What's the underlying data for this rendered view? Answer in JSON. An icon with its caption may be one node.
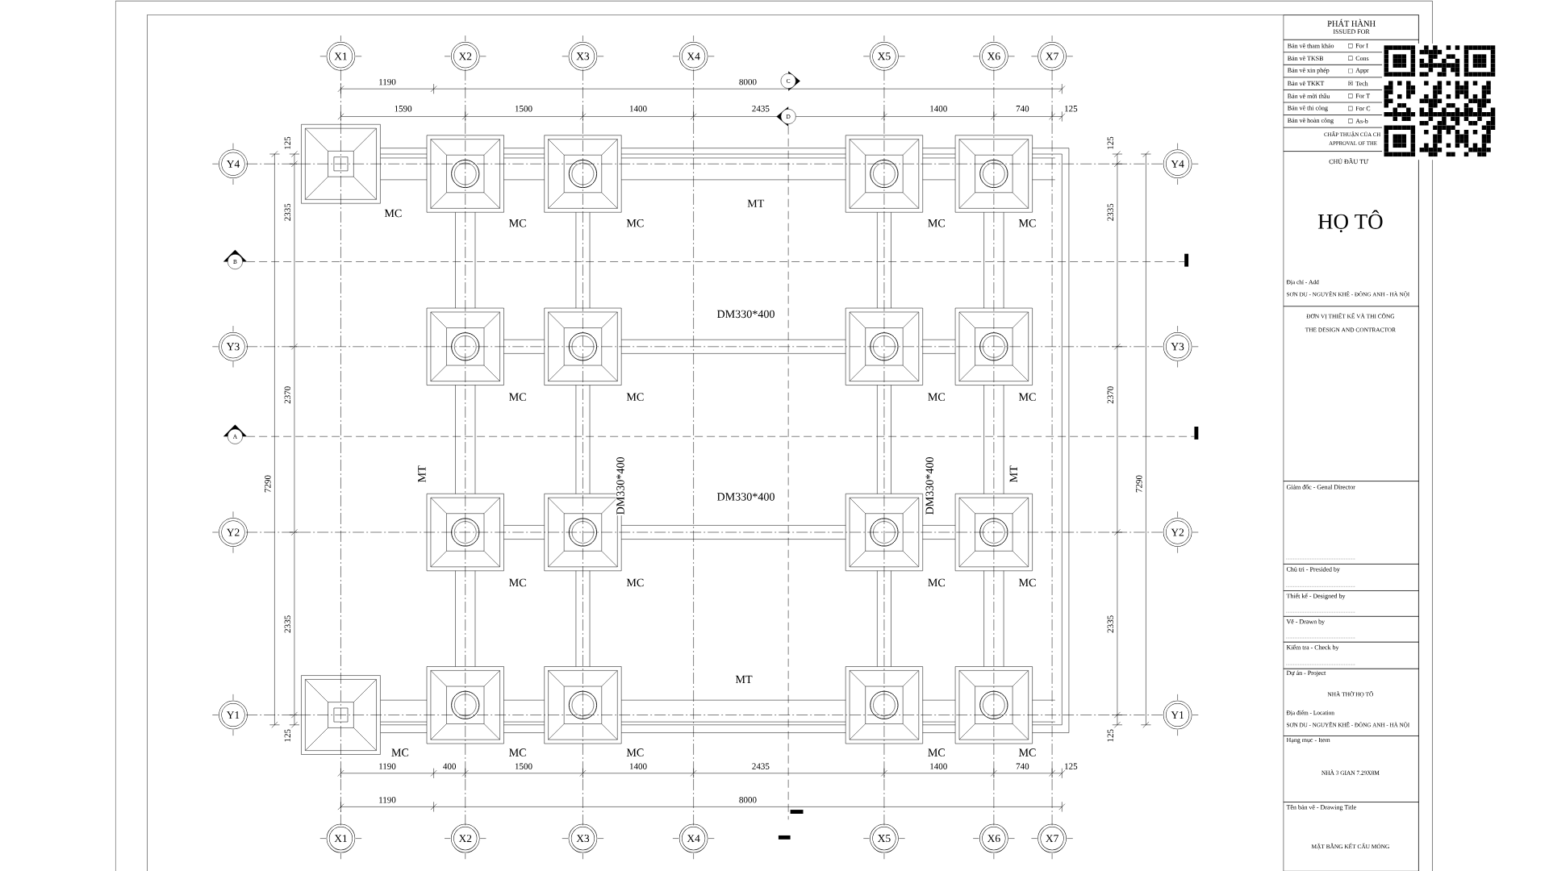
{
  "diagram": {
    "nodes": [
      {
        "text": [
          "X1"
        ]
      },
      {
        "text": [
          "X2"
        ]
      },
      {
        "text": [
          "X3"
        ]
      },
      {
        "text": [
          "X4"
        ]
      },
      {
        "text": [
          "X5"
        ]
      },
      {
        "text": [
          "X6"
        ]
      },
      {
        "text": [
          "X7"
        ]
      },
      {
        "text": [
          "X1"
        ]
      },
      {
        "text": [
          "X2"
        ]
      },
      {
        "text": [
          "X3"
        ]
      },
      {
        "text": [
          "X4"
        ]
      },
      {
        "text": [
          "X5"
        ]
      },
      {
        "text": [
          "X6"
        ]
      },
      {
        "text": [
          "X7"
        ]
      },
      {
        "text": [
          "Y4"
        ]
      },
      {
        "text": [
          "Y3"
        ]
      },
      {
        "text": [
          "Y2"
        ]
      },
      {
        "text": [
          "Y1"
        ]
      },
      {
        "text": [
          "Y4"
        ]
      },
      {
        "text": [
          "Y3"
        ]
      },
      {
        "text": [
          "Y2"
        ]
      },
      {
        "text": [
          "Y1"
        ]
      },
      {
        "text": [
          "PHÁT HÀNH",
          "ISSUED FOR"
        ]
      },
      {
        "text": [
          "Bản vẽ tham khảo",
          "☐",
          "For I"
        ]
      },
      {
        "text": [
          "Bản vẽ TKSB",
          "☐",
          "Cons"
        ]
      },
      {
        "text": [
          "Bản vẽ xin phép",
          "☐",
          "Appr"
        ]
      },
      {
        "text": [
          "Bản vẽ TKKT",
          "☒",
          "Tech"
        ]
      },
      {
        "text": [
          "Bản vẽ mời thầu",
          "☐",
          "For T"
        ]
      },
      {
        "text": [
          "Bản vẽ thi công",
          "☐",
          "For C"
        ]
      },
      {
        "text": [
          "Bản vẽ hoàn công",
          "☐",
          "As-b"
        ]
      },
      {
        "text": [
          "CHẤP THUẬN CỦA CH",
          "APPROVAL OF THE"
        ]
      },
      {
        "text": [
          "CHỦ ĐẦU TƯ",
          "HỌ TÔ",
          "Địa chỉ - Add",
          "SƠN DU - NGUYÊN KHÊ - ĐÔNG ANH - HÀ NỘI"
        ]
      },
      {
        "text": [
          "ĐƠN VỊ THIẾT KẾ VÀ THI CÔNG",
          "THE DESIGN AND CONTRACTOR"
        ]
      },
      {
        "text": [
          "Giám đốc - Genal Director"
        ]
      },
      {
        "text": [
          "Chủ trì - Presided by"
        ]
      },
      {
        "text": [
          "Thiết kế - Designed by"
        ]
      },
      {
        "text": [
          "Vẽ - Drawn by"
        ]
      },
      {
        "text": [
          "Kiểm tra - Check by"
        ]
      },
      {
        "text": [
          "Dự án - Project",
          "NHÀ THỜ HỌ TÔ",
          "Địa điểm - Location",
          "SƠN DU - NGUYÊN KHÊ - ĐÔNG ANH - HÀ NỘI"
        ]
      },
      {
        "text": [
          "Hạng mục - Item",
          "NHÀ 3 GIAN 7.29X8M"
        ]
      },
      {
        "text": [
          "Tên bản vẽ - Drawing Title",
          "MẶT BẰNG KẾT CẤU MÓNG"
        ]
      },
      {
        "text": [
          "C"
        ]
      },
      {
        "text": [
          "D"
        ]
      },
      {
        "text": [
          "B"
        ]
      },
      {
        "text": [
          "A"
        ]
      }
    ],
    "edges": [
      {
        "from": 0,
        "to": 7,
        "arrow": "none",
        "style": "dashed"
      },
      {
        "from": 1,
        "to": 8,
        "arrow": "none",
        "style": "dashed"
      },
      {
        "from": 2,
        "to": 9,
        "arrow": "none",
        "style": "dashed"
      },
      {
        "from": 3,
        "to": 10,
        "arrow": "none",
        "style": "dashed"
      },
      {
        "from": 4,
        "to": 11,
        "arrow": "none",
        "style": "dashed"
      },
      {
        "from": 5,
        "to": 12,
        "arrow": "none",
        "style": "dashed"
      },
      {
        "from": 6,
        "to": 13,
        "arrow": "none",
        "style": "dashed"
      },
      {
        "from": 14,
        "to": 18,
        "arrow": "none",
        "style": "dashed"
      },
      {
        "from": 15,
        "to": 19,
        "arrow": "none",
        "style": "dashed"
      },
      {
        "from": 16,
        "to": 20,
        "arrow": "none",
        "style": "dashed"
      },
      {
        "from": 17,
        "to": 21,
        "arrow": "none",
        "style": "dashed"
      }
    ],
    "labels": [
      "1190",
      "8000",
      "1590",
      "1500",
      "1400",
      "2435",
      "1400",
      "740",
      "125",
      "125",
      "2335",
      "2370",
      "2335",
      "125",
      "7290",
      "125",
      "2335",
      "2370",
      "2335",
      "125",
      "7290",
      "1190",
      "400",
      "1500",
      "1400",
      "2435",
      "1400",
      "740",
      "125",
      "1190",
      "8000",
      "MT",
      "MC",
      "MC",
      "MC",
      "MC",
      "MC",
      "DM330*400",
      "MC",
      "MC",
      "MC",
      "MC",
      "MT",
      "DM330*400",
      "DM330*400",
      "MT",
      "DM330*400",
      "MC",
      "MC",
      "MC",
      "MC",
      "MT",
      "MC",
      "MC",
      "MC",
      "MC",
      "MC"
    ]
  }
}
